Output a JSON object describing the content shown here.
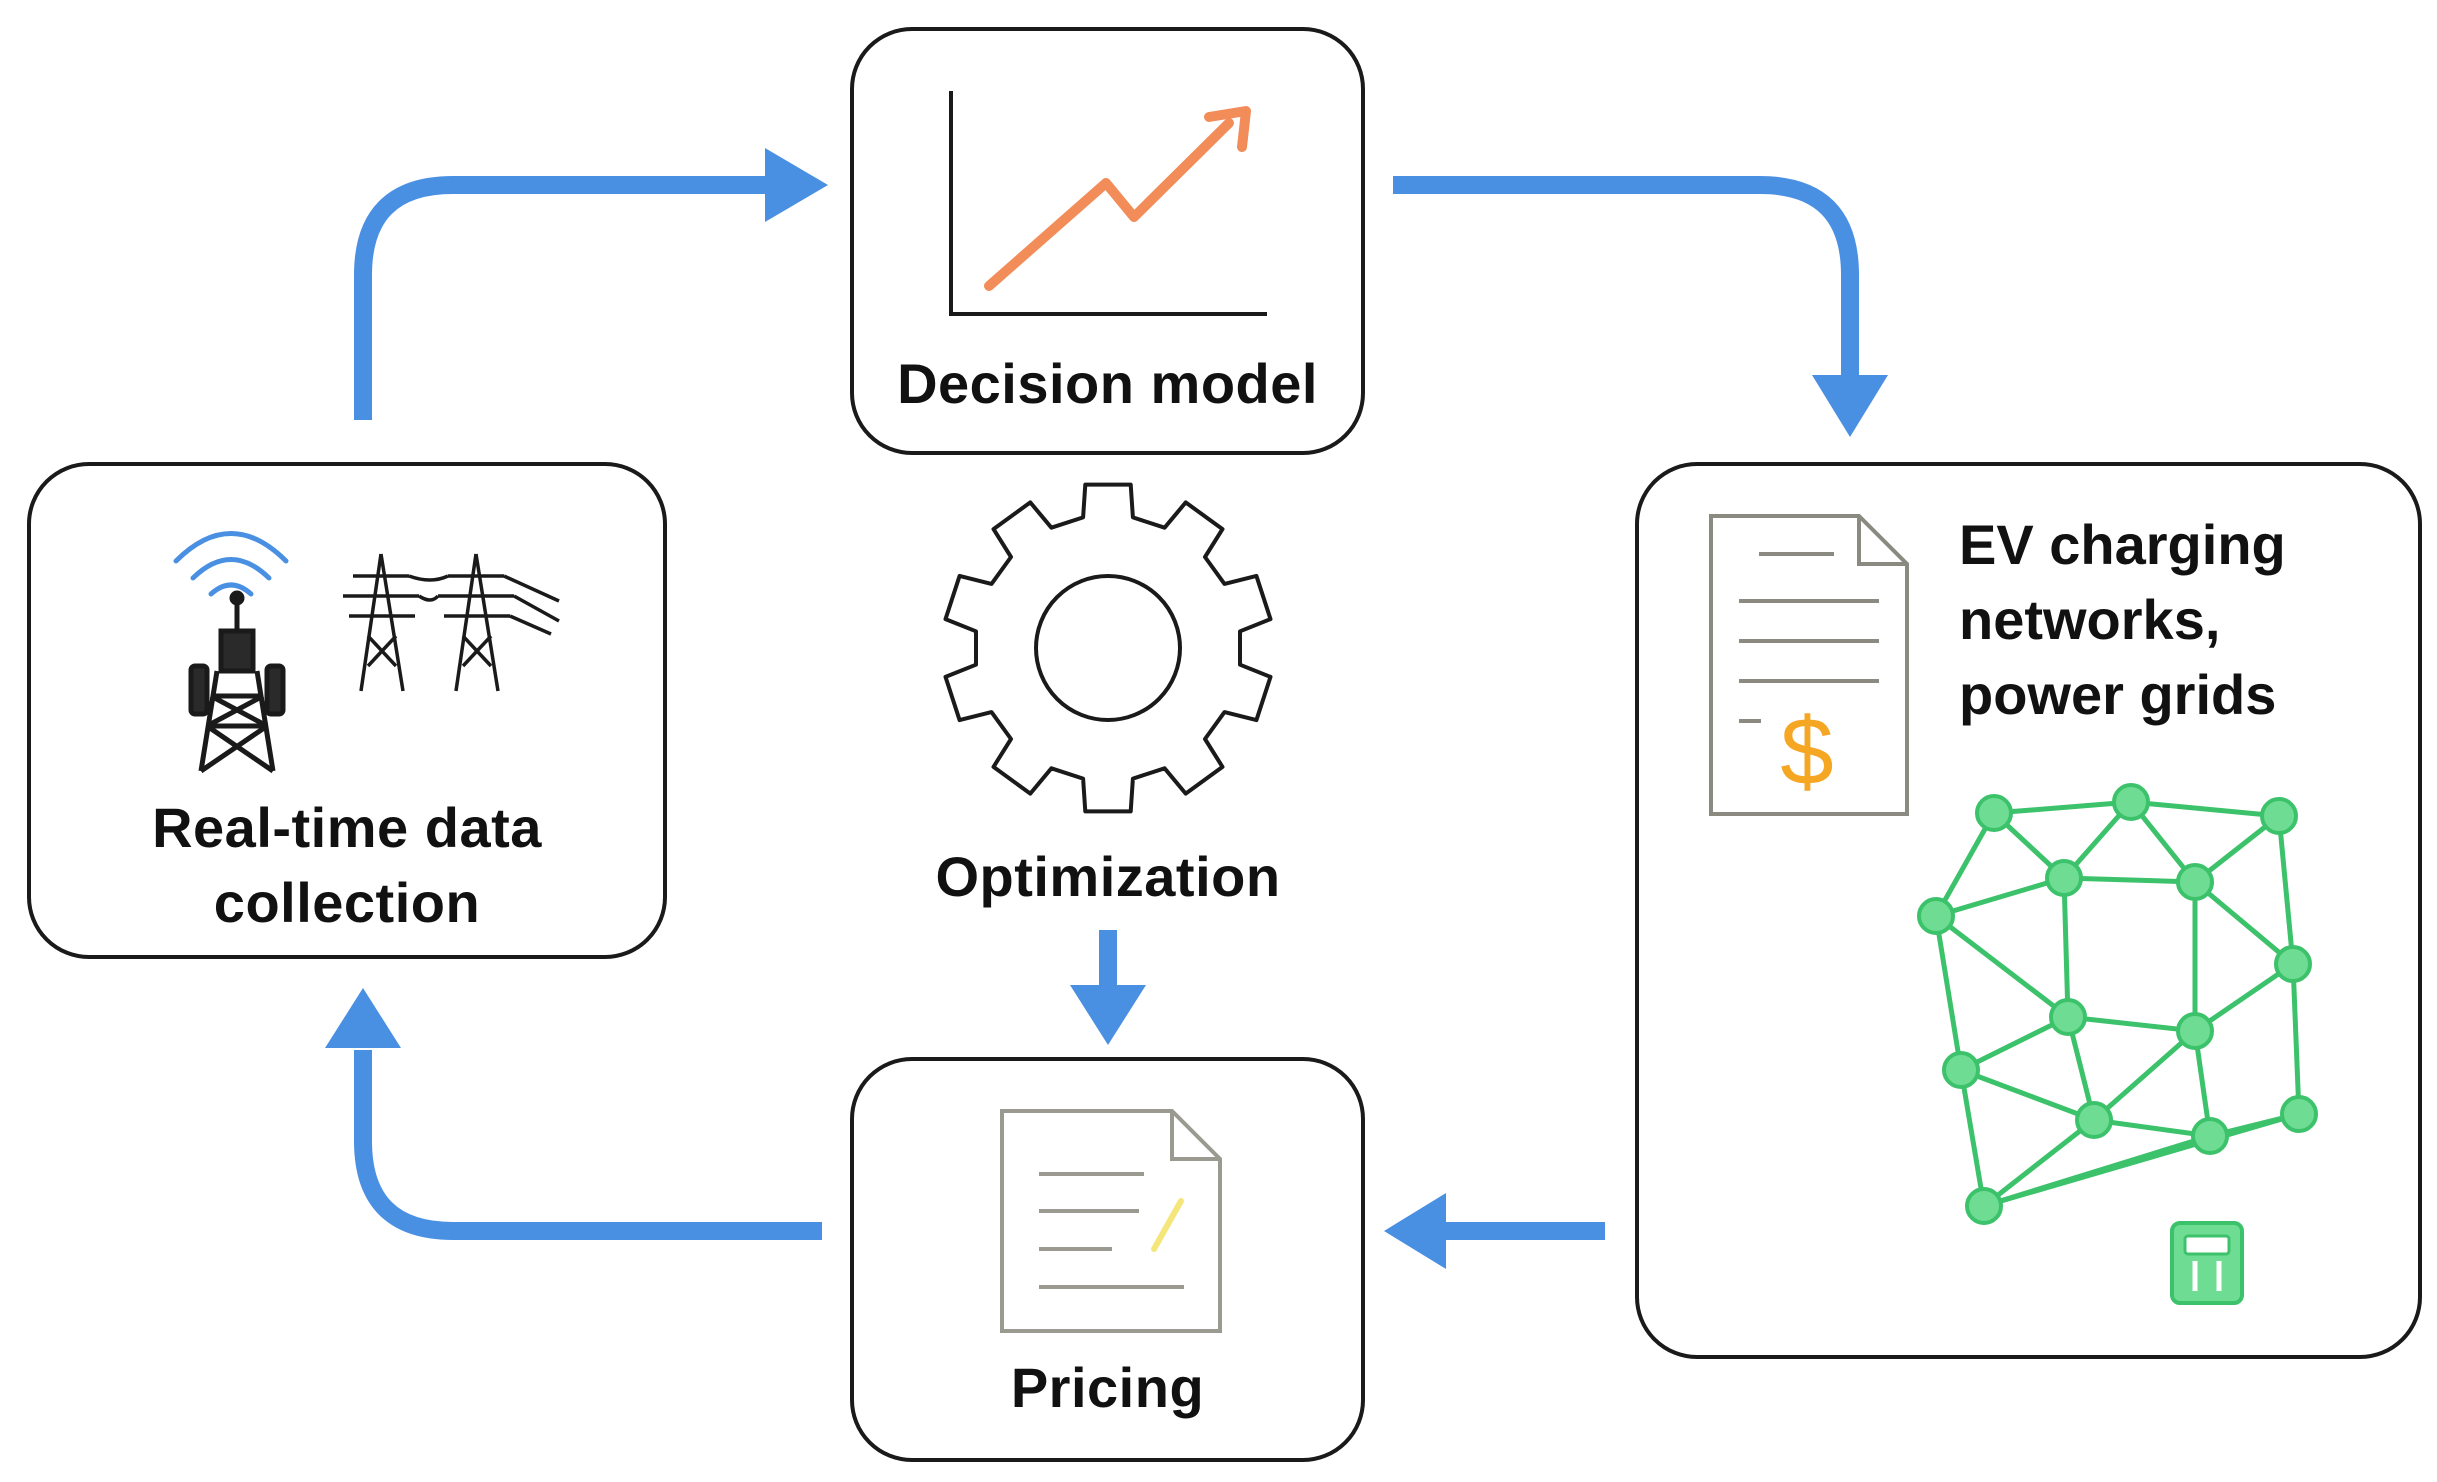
{
  "nodes": {
    "decision_model": {
      "label": "Decision model"
    },
    "realtime": {
      "label_line1": "Real-time data",
      "label_line2": "collection"
    },
    "ev": {
      "label_line1": "EV charging",
      "label_line2": "networks,",
      "label_line3": "power grids"
    },
    "pricing": {
      "label": "Pricing"
    },
    "optimization": {
      "label": "Optimization"
    }
  },
  "colors": {
    "arrow": "#4a90e2",
    "chart_line": "#f28c58",
    "dollar": "#f5a623",
    "network": "#3cc26b",
    "network_fill": "#6fdc94",
    "border": "#1a1a1a"
  },
  "icons": {
    "realtime": [
      "wifi-signal-icon",
      "cell-tower-icon",
      "power-pylon-icon"
    ],
    "decision_model": [
      "trend-chart-icon"
    ],
    "optimization": [
      "gear-icon"
    ],
    "ev": [
      "invoice-dollar-icon",
      "network-graph-icon",
      "charging-station-icon"
    ],
    "pricing": [
      "document-pen-icon"
    ]
  }
}
